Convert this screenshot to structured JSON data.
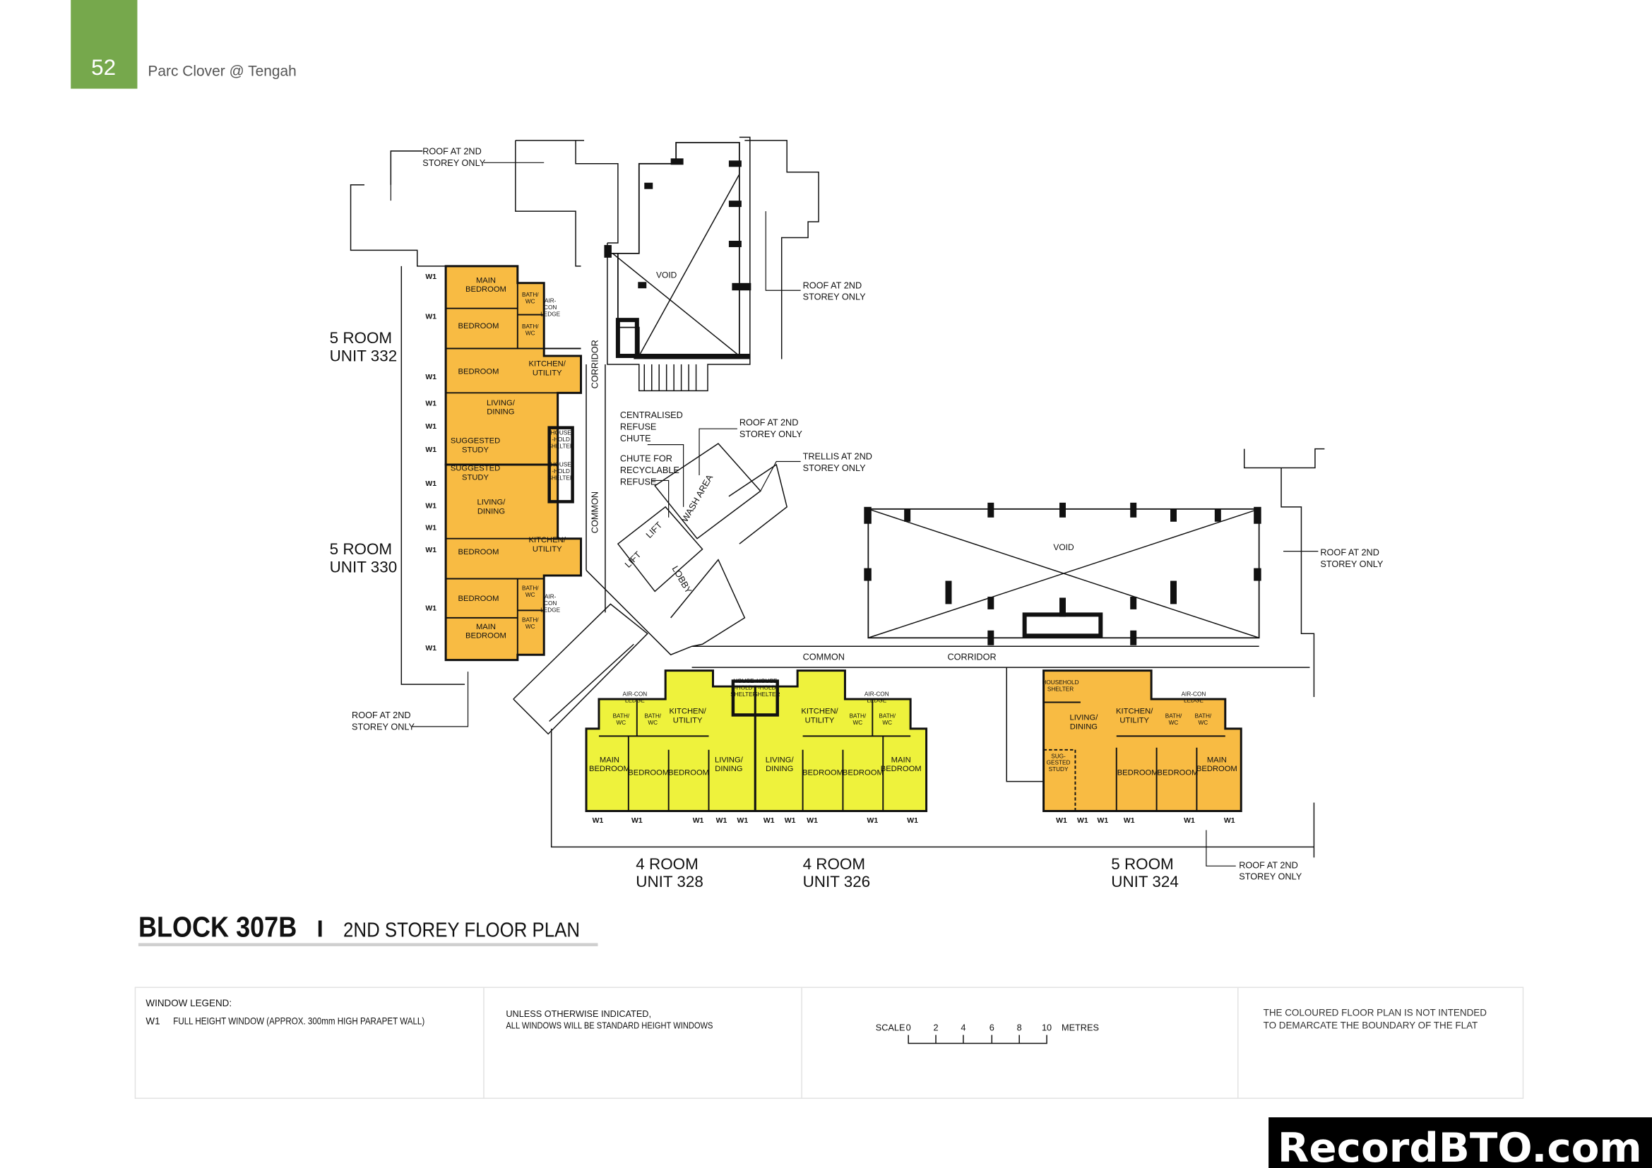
{
  "header": {
    "page_number": "52",
    "project_name": "Parc Clover @ Tengah",
    "accent_color": "#76a84c"
  },
  "title": {
    "block": "BLOCK 307B",
    "separator": "I",
    "plan_name": "2ND STOREY FLOOR PLAN"
  },
  "colors": {
    "five_room": "#f8bb43",
    "four_room": "#eef23c"
  },
  "units": [
    {
      "type": "5 ROOM",
      "unit": "UNIT 332",
      "rooms": [
        [
          "MAIN",
          "BEDROOM"
        ],
        [
          "BEDROOM"
        ],
        [
          "BATH/",
          "WC"
        ],
        [
          "BATH/",
          "WC"
        ],
        [
          "AIR-",
          "CON",
          "LEDGE"
        ],
        [
          "BEDROOM"
        ],
        [
          "KITCHEN/",
          "UTILITY"
        ],
        [
          "LIVING/",
          "DINING"
        ],
        [
          "SUGGESTED",
          "STUDY"
        ],
        [
          "HOUSE",
          "-HOLD",
          "SHELTER"
        ]
      ]
    },
    {
      "type": "5 ROOM",
      "unit": "UNIT 330",
      "rooms": [
        [
          "SUGGESTED",
          "STUDY"
        ],
        [
          "HOUSE",
          "-HOLD",
          "SHELTER"
        ],
        [
          "LIVING/",
          "DINING"
        ],
        [
          "BEDROOM"
        ],
        [
          "KITCHEN/",
          "UTILITY"
        ],
        [
          "BEDROOM"
        ],
        [
          "BATH/",
          "WC"
        ],
        [
          "BATH/",
          "WC"
        ],
        [
          "AIR-",
          "CON",
          "LEDGE"
        ],
        [
          "MAIN",
          "BEDROOM"
        ]
      ]
    },
    {
      "type": "4 ROOM",
      "unit": "UNIT 328",
      "rooms": [
        [
          "AIR-CON",
          "LEDGE"
        ],
        [
          "BATH/",
          "WC"
        ],
        [
          "BATH/",
          "WC"
        ],
        [
          "KITCHEN/",
          "UTILITY"
        ],
        [
          "HOUSE",
          "-HOLD",
          "SHELTER"
        ],
        [
          "MAIN",
          "BEDROOM"
        ],
        [
          "BEDROOM"
        ],
        [
          "BEDROOM"
        ],
        [
          "LIVING/",
          "DINING"
        ]
      ]
    },
    {
      "type": "4 ROOM",
      "unit": "UNIT 326",
      "rooms": [
        [
          "HOUSE",
          "-HOLD",
          "SHELTER"
        ],
        [
          "KITCHEN/",
          "UTILITY"
        ],
        [
          "BATH/",
          "WC"
        ],
        [
          "BATH/",
          "WC"
        ],
        [
          "AIR-CON",
          "LEDGE"
        ],
        [
          "LIVING/",
          "DINING"
        ],
        [
          "BEDROOM"
        ],
        [
          "BEDROOM"
        ],
        [
          "MAIN",
          "BEDROOM"
        ]
      ]
    },
    {
      "type": "5 ROOM",
      "unit": "UNIT 324",
      "rooms": [
        [
          "HOUSEHOLD",
          "SHELTER"
        ],
        [
          "LIVING/",
          "DINING"
        ],
        [
          "KITCHEN/",
          "UTILITY"
        ],
        [
          "AIR-CON",
          "LEDGE"
        ],
        [
          "BATH/",
          "WC"
        ],
        [
          "BATH/",
          "WC"
        ],
        [
          "SUG-",
          "GESTED",
          "STUDY"
        ],
        [
          "BEDROOM"
        ],
        [
          "BEDROOM"
        ],
        [
          "MAIN",
          "BEDROOM"
        ]
      ]
    }
  ],
  "window_label": "W1",
  "annotations": {
    "roof": [
      "ROOF AT 2ND",
      "STOREY ONLY"
    ],
    "trellis": [
      "TRELLIS AT 2ND",
      "STOREY ONLY"
    ],
    "refuse_chute": [
      "CENTRALISED",
      "REFUSE",
      "CHUTE"
    ],
    "recycle_chute": [
      "CHUTE FOR",
      "RECYCLABLE",
      "REFUSE"
    ],
    "void": "VOID",
    "corridor": "CORRIDOR",
    "common": "COMMON",
    "lobby": "LOBBY",
    "lift": "LIFT",
    "wash_area": "WASH AREA"
  },
  "legend": {
    "window_legend_title": "WINDOW LEGEND:",
    "window_code": "W1",
    "window_desc": "FULL HEIGHT WINDOW (APPROX. 300mm HIGH PARAPET WALL)",
    "note_line1": "UNLESS OTHERWISE INDICATED,",
    "note_line2": "ALL WINDOWS WILL BE STANDARD HEIGHT WINDOWS",
    "scale_label": "SCALE",
    "scale_ticks": [
      "0",
      "2",
      "4",
      "6",
      "8",
      "10"
    ],
    "scale_unit": "METRES",
    "disclaimer1": "THE COLOURED FLOOR PLAN IS NOT INTENDED",
    "disclaimer2": "TO DEMARCATE THE BOUNDARY OF THE FLAT"
  },
  "watermark": "RecordBTO.com"
}
